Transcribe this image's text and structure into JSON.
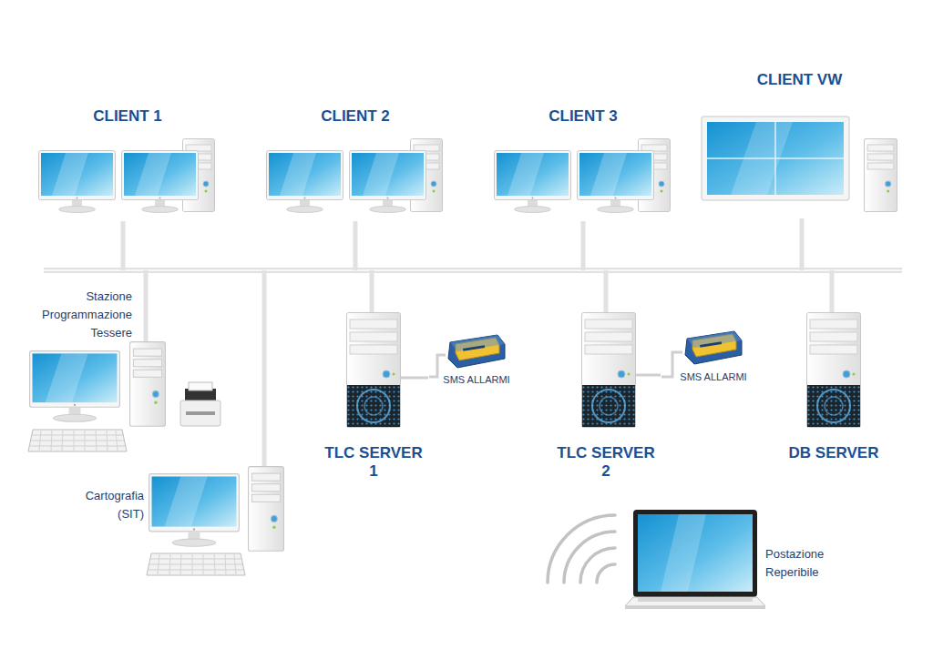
{
  "diagram": {
    "nodes": [
      {
        "text": [
          "CLIENT 1"
        ]
      },
      {
        "text": [
          "CLIENT 2"
        ]
      },
      {
        "text": [
          "CLIENT 3"
        ]
      },
      {
        "text": [
          "CLIENT VW"
        ]
      },
      {
        "text": [
          "Stazione Programmazione Tessere"
        ]
      },
      {
        "text": [
          "TLC SERVER 1"
        ]
      },
      {
        "text": [
          "SMS ALLARMI"
        ]
      },
      {
        "text": [
          "TLC SERVER 2"
        ]
      },
      {
        "text": [
          "SMS ALLARMI"
        ]
      },
      {
        "text": [
          "DB SERVER"
        ]
      },
      {
        "text": [
          "Cartografia (SIT)"
        ]
      },
      {
        "text": [
          "Postazione Reperibile"
        ]
      }
    ],
    "edges": [
      {
        "from": 5,
        "to": 6,
        "arrow": "none"
      },
      {
        "from": 7,
        "to": 8,
        "arrow": "none"
      }
    ]
  }
}
